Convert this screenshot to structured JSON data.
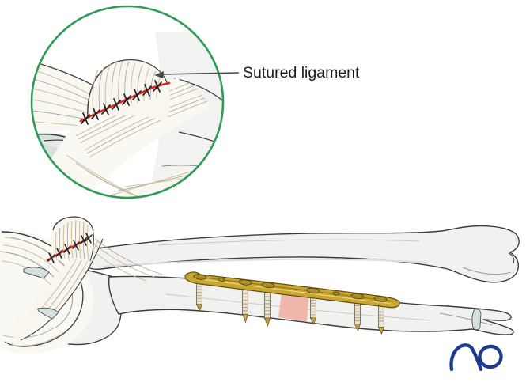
{
  "callout": {
    "label": "Sutured ligament"
  },
  "inset": {
    "border_color": "#2e9c57"
  },
  "logo": {
    "text": "AO",
    "color": "#1d3b8c"
  },
  "illustration": {
    "screw_count": 6,
    "colors": {
      "bone_fill": "#f1f1ef",
      "bone_outline": "#3b3b3a",
      "ligament_fill": "#faf8f2",
      "fiber_tan": "#cdbf9b",
      "fiber_gray": "#a9a9a6",
      "cartilage": "#d5e1dd",
      "suture_red": "#e3231c",
      "stitch_dark": "#1f1f1e",
      "plate_gold": "#c9a62e",
      "plate_outline": "#5f4f12",
      "screw_body": "#ece4cf",
      "fracture_highlight": "#f2b0a4"
    }
  }
}
